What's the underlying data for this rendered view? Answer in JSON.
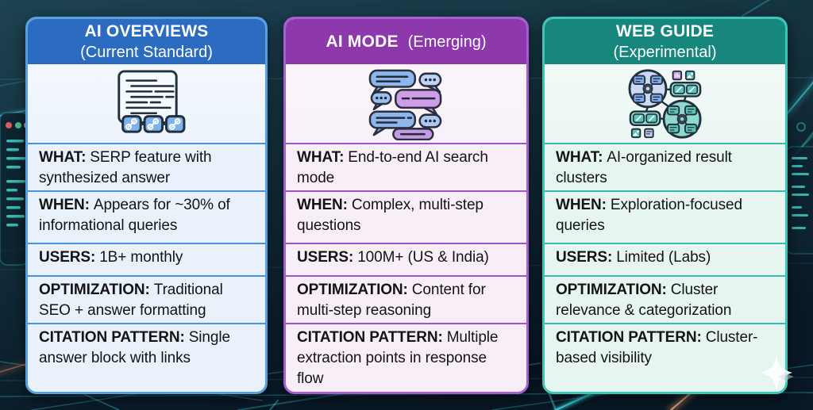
{
  "cards": [
    {
      "id": "ai-overviews",
      "title": "AI OVERVIEWS",
      "subtitle": "(Current Standard)",
      "icon": "document-with-link-chips-icon",
      "colors": {
        "header": "#2b6cc1",
        "border": "#58a0e0",
        "body": "#e9f1fb",
        "divider": "#4a93da"
      },
      "rows": [
        {
          "label": "WHAT:",
          "text": "SERP feature with synthesized answer"
        },
        {
          "label": "WHEN:",
          "text": "Appears for ~30% of informational queries"
        },
        {
          "label": "USERS:",
          "text": "1B+ monthly"
        },
        {
          "label": "OPTIMIZATION:",
          "text": "Traditional SEO + answer formatting"
        },
        {
          "label": "CITATION PATTERN:",
          "text": "Single answer block with links"
        }
      ]
    },
    {
      "id": "ai-mode",
      "title": "AI MODE",
      "subtitle": "(Emerging)",
      "icon": "chat-bubbles-icon",
      "colors": {
        "header": "#8d39ac",
        "border": "#a65fd0",
        "body": "#f8eef8",
        "divider": "#9e55c6"
      },
      "rows": [
        {
          "label": "WHAT:",
          "text": "End-to-end AI search mode"
        },
        {
          "label": "WHEN:",
          "text": "Complex, multi-step questions"
        },
        {
          "label": "USERS:",
          "text": "100M+ (US & India)"
        },
        {
          "label": "OPTIMIZATION:",
          "text": "Content for multi-step reasoning"
        },
        {
          "label": "CITATION PATTERN:",
          "text": "Multiple extraction points in response flow"
        }
      ]
    },
    {
      "id": "web-guide",
      "title": "WEB GUIDE",
      "subtitle": "(Experimental)",
      "icon": "cluster-network-icon",
      "colors": {
        "header": "#17867d",
        "border": "#3cc6b7",
        "body": "#e7f5f1",
        "divider": "#35bcab"
      },
      "rows": [
        {
          "label": "WHAT:",
          "text": "AI-organized result clusters"
        },
        {
          "label": "WHEN:",
          "text": "Exploration-focused queries"
        },
        {
          "label": "USERS:",
          "text": "Limited (Labs)"
        },
        {
          "label": "OPTIMIZATION:",
          "text": "Cluster relevance & categorization"
        },
        {
          "label": "CITATION PATTERN:",
          "text": "Cluster-based visibility"
        }
      ]
    }
  ],
  "decorations": {
    "sparkle": "four-point-sparkle-icon",
    "background": {
      "base": "#0d2230",
      "glow": "#3fd9e0",
      "warm_glow": "#ff9a5a"
    }
  }
}
